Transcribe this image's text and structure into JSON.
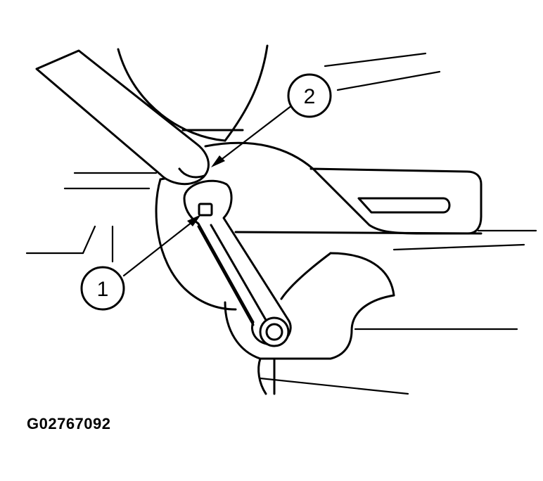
{
  "callouts": [
    {
      "id": "1",
      "label": "1"
    },
    {
      "id": "2",
      "label": "2"
    }
  ],
  "figure_id": "G02767092"
}
